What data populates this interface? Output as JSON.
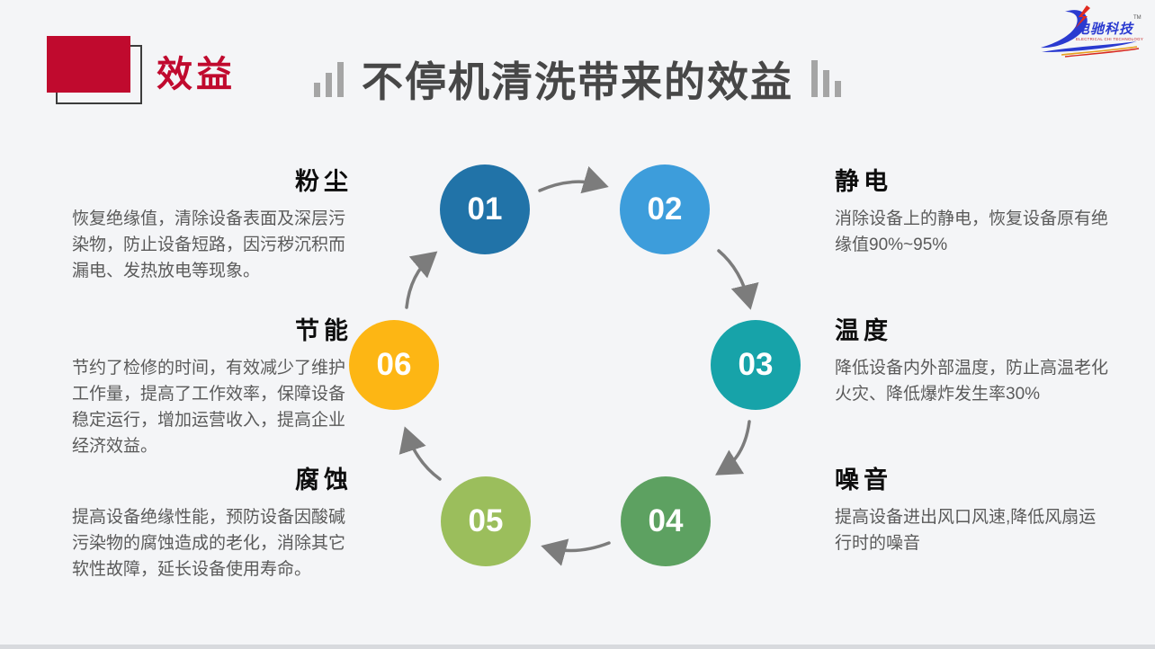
{
  "slide": {
    "corner_title": "效益",
    "main_title": "不停机清洗带来的效益",
    "accent_red": "#c00a2e",
    "arrow_gray": "#7c7c7c"
  },
  "logo": {
    "brand": "电驰科技",
    "tagline": "ELECTRICAL CHI TECHNOLOGY",
    "tm": "TM",
    "blue": "#2a3ad0"
  },
  "cycle": {
    "steps": [
      {
        "number": "01",
        "color": "#2173a8"
      },
      {
        "number": "02",
        "color": "#3d9ddb"
      },
      {
        "number": "03",
        "color": "#17a3a9"
      },
      {
        "number": "04",
        "color": "#5da161"
      },
      {
        "number": "05",
        "color": "#9bbe5c"
      },
      {
        "number": "06",
        "color": "#fdb614"
      }
    ]
  },
  "benefits": {
    "left": [
      {
        "title": "粉尘",
        "body": "恢复绝缘值，清除设备表面及深层污染物，防止设备短路，因污秽沉积而漏电、发热放电等现象。"
      },
      {
        "title": "节能",
        "body": "节约了检修的时间，有效减少了维护工作量，提高了工作效率，保障设备稳定运行，增加运营收入，提高企业经济效益。"
      },
      {
        "title": "腐蚀",
        "body": "提高设备绝缘性能，预防设备因酸碱污染物的腐蚀造成的老化，消除其它软性故障，延长设备使用寿命。"
      }
    ],
    "right": [
      {
        "title": "静电",
        "body": "消除设备上的静电，恢复设备原有绝缘值90%~95%"
      },
      {
        "title": "温度",
        "body": "降低设备内外部温度，防止高温老化火灾、降低爆炸发生率30%"
      },
      {
        "title": "噪音",
        "body": "提高设备进出风口风速,降低风扇运行时的噪音"
      }
    ]
  }
}
